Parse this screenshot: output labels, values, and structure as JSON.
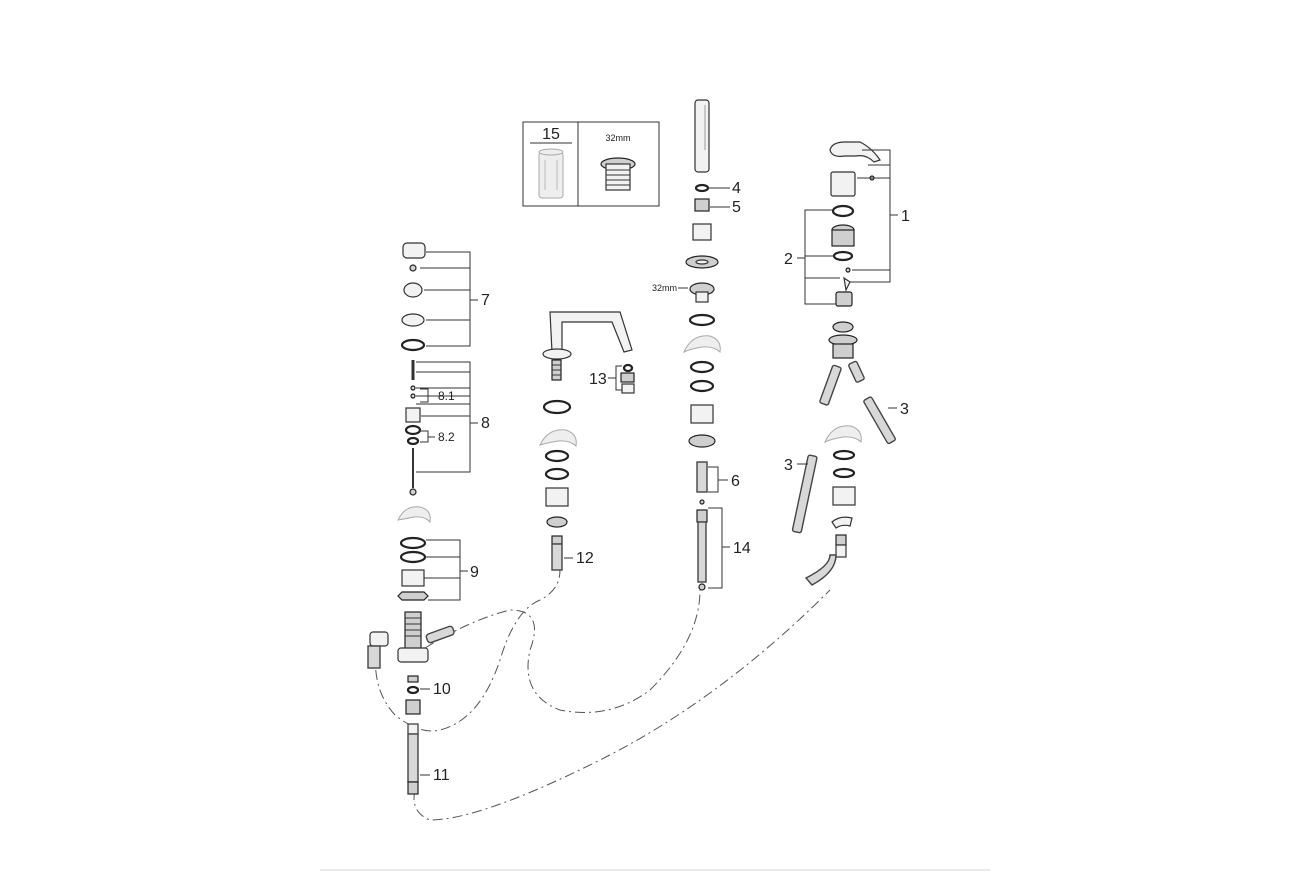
{
  "inset": {
    "item_number": "15",
    "size_label": "32mm"
  },
  "labels": {
    "l1": "1",
    "l2": "2",
    "l3a": "3",
    "l3b": "3",
    "l4": "4",
    "l5": "5",
    "l6": "6",
    "l7": "7",
    "l8": "8",
    "l8_1": "8.1",
    "l8_2": "8.2",
    "l9": "9",
    "l10": "10",
    "l11": "11",
    "l12": "12",
    "l13": "13",
    "l14": "14",
    "size_32mm": "32mm"
  }
}
